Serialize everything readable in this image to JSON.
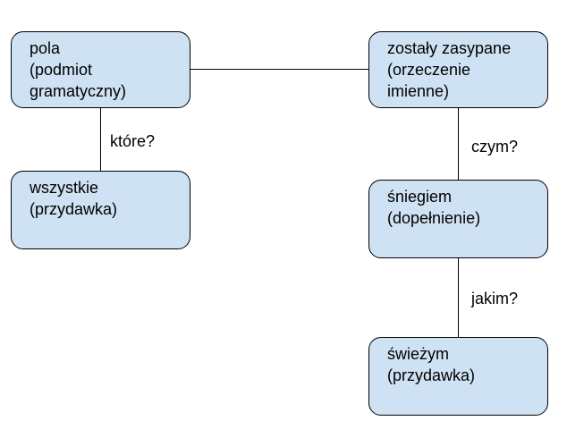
{
  "nodes": {
    "pola": "pola\n(podmiot\ngramatyczny)",
    "zostaly": "zostały zasypane\n(orzeczenie\nimienne)",
    "wszystkie": "wszystkie\n(przydawka)",
    "sniegiem": "śniegiem\n(dopełnienie)",
    "swiezym": "świeżym\n(przydawka)"
  },
  "edge_labels": {
    "ktore": "które?",
    "czym": "czym?",
    "jakim": "jakim?"
  },
  "colors": {
    "node_fill": "#cfe2f3",
    "node_border": "#000000",
    "line": "#000000"
  }
}
